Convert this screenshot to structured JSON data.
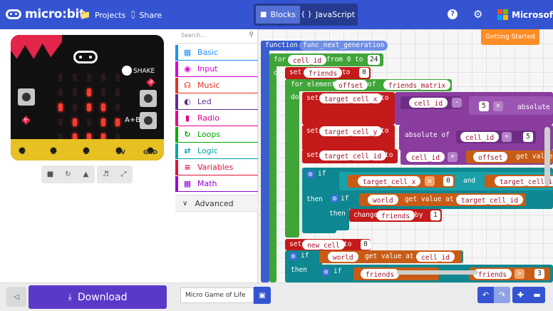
{
  "header": {
    "logo": "micro:bit",
    "projects_label": "Projects",
    "share_label": "Share",
    "tabs": [
      {
        "label": "Blocks",
        "active": true
      },
      {
        "label": "JavaScript",
        "active": false
      }
    ],
    "help_icon": "help-icon",
    "settings_icon": "gear-icon",
    "brand": "Microsoft",
    "colors": {
      "bar": "#3454d1",
      "tab_group": "#263b8f",
      "tab_active": "#5470d6"
    }
  },
  "simulator": {
    "shake_label": "SHAKE",
    "button_a": "A",
    "button_b": "B",
    "button_ab": "A+B",
    "pins": [
      "0",
      "1",
      "2",
      "3V",
      "GND"
    ],
    "led_matrix": [
      [
        0,
        0,
        0,
        0,
        0
      ],
      [
        0,
        0,
        1,
        0,
        0
      ],
      [
        1,
        0,
        1,
        1,
        0
      ],
      [
        0,
        1,
        0,
        1,
        1
      ],
      [
        0,
        1,
        1,
        1,
        0
      ]
    ],
    "tools": [
      "stop-icon",
      "restart-icon",
      "slow-motion-icon",
      "mute-icon",
      "fullscreen-icon"
    ]
  },
  "toolbox": {
    "search_placeholder": "Search...",
    "categories": [
      {
        "label": "Basic",
        "color": "#1e90ff",
        "icon": "grid-icon"
      },
      {
        "label": "Input",
        "color": "#d400d4",
        "icon": "target-icon"
      },
      {
        "label": "Music",
        "color": "#e63022",
        "icon": "headphones-icon"
      },
      {
        "label": "Led",
        "color": "#5c2d91",
        "icon": "toggle-icon"
      },
      {
        "label": "Radio",
        "color": "#e3008c",
        "icon": "signal-icon"
      },
      {
        "label": "Loops",
        "color": "#00aa00",
        "icon": "refresh-icon"
      },
      {
        "label": "Logic",
        "color": "#00a4a6",
        "icon": "shuffle-icon"
      },
      {
        "label": "Variables",
        "color": "#dc143c",
        "icon": "list-icon"
      },
      {
        "label": "Math",
        "color": "#9400d3",
        "icon": "calculator-icon"
      }
    ],
    "advanced_label": "Advanced"
  },
  "workspace": {
    "getting_started": "Getting Started",
    "blocks": {
      "function_kw": "function",
      "function_name": "func_next_generation",
      "for_kw": "for",
      "cell_id": "cell_id",
      "from_kw": "from 0 to",
      "to_value": "24",
      "do_kw": "do",
      "set_kw": "set",
      "friends": "friends",
      "to_kw": "to",
      "zero": "0",
      "for_element_kw": "for element",
      "offset": "offset",
      "of_kw": "of",
      "friends_matrix": "friends_matrix",
      "target_cell_x": "target_cell_x",
      "target_cell_y": "target_cell_y",
      "target_cell_id": "target_cell_id",
      "minus_op": "-",
      "times_op": "×",
      "plus_op": "+",
      "div_op": "÷",
      "five": "5",
      "absolute_of": "absolute of",
      "get_value_at": "get value at",
      "if_kw": "if",
      "then_kw": "then",
      "gte_op": "≥",
      "and_kw": "and",
      "world": "world",
      "change_kw": "change",
      "by_kw": "by",
      "one": "1",
      "new_cell": "new_cell",
      "gt_op": ">",
      "three": "3"
    }
  },
  "bottom": {
    "download_label": "Download",
    "project_name": "Micro Game of Life",
    "save_icon": "save-icon",
    "undo_icon": "undo-icon",
    "redo_icon": "redo-icon",
    "zoom_in_icon": "zoom-in-icon",
    "zoom_out_icon": "zoom-out-icon",
    "download_color": "#5b39c8"
  }
}
